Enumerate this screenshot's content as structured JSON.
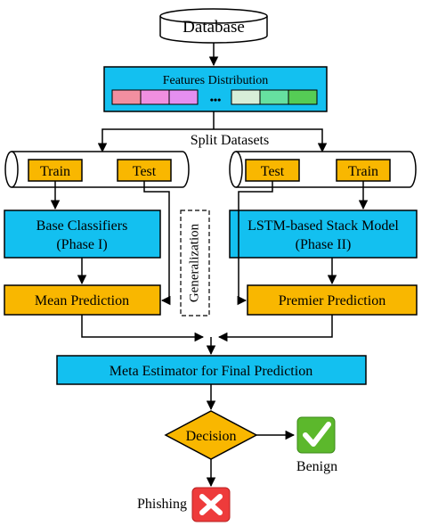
{
  "database": {
    "label": "Database"
  },
  "features": {
    "title": "Features Distribution",
    "ellipsis": "•••",
    "left_colors": [
      "#f28fa0",
      "#f08fe0",
      "#e58ff0"
    ],
    "right_colors": [
      "#d8eed8",
      "#66e0a0",
      "#55cc55"
    ]
  },
  "split": {
    "label": "Split Datasets"
  },
  "left_branch": {
    "train_label": "Train",
    "test_label": "Test",
    "classifier_line1": "Base Classifiers",
    "classifier_line2": "(Phase I)",
    "prediction": "Mean Prediction"
  },
  "right_branch": {
    "test_label": "Test",
    "train_label": "Train",
    "model_line1": "LSTM-based Stack Model",
    "model_line2": "(Phase II)",
    "prediction": "Premier Prediction"
  },
  "generalization": {
    "label": "Generalization"
  },
  "meta": {
    "label": "Meta Estimator for Final Prediction"
  },
  "decision": {
    "label": "Decision"
  },
  "benign": {
    "label": "Benign"
  },
  "phishing": {
    "label": "Phishing"
  },
  "colors": {
    "cyan": "#13c0f0",
    "orange": "#f9b700",
    "check_green": "#5cb82c",
    "cross_red": "#ee3b3b"
  }
}
